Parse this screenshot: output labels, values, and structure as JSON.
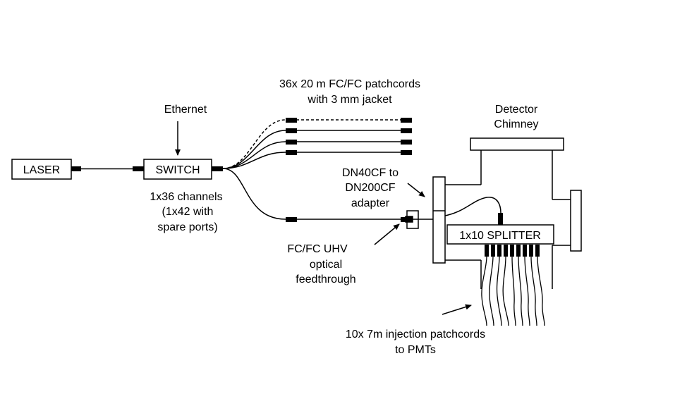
{
  "labels": {
    "laser": "LASER",
    "switch": "SWITCH",
    "ethernet": "Ethernet",
    "patchcords_line1": "36x 20 m FC/FC patchcords",
    "patchcords_line2": "with 3 mm jacket",
    "channels_line1": "1x36 channels",
    "channels_line2": "(1x42 with",
    "channels_line3": "spare ports)",
    "detector_line1": "Detector",
    "detector_line2": "Chimney",
    "adapter_line1": "DN40CF to",
    "adapter_line2": "DN200CF",
    "adapter_line3": "adapter",
    "feedthrough_line1": "FC/FC UHV",
    "feedthrough_line2": "optical",
    "feedthrough_line3": "feedthrough",
    "splitter": "1x10 SPLITTER",
    "injection_line1": "10x 7m injection patchcords",
    "injection_line2": "to PMTs"
  },
  "colors": {
    "stroke": "#000000",
    "background": "#ffffff"
  }
}
